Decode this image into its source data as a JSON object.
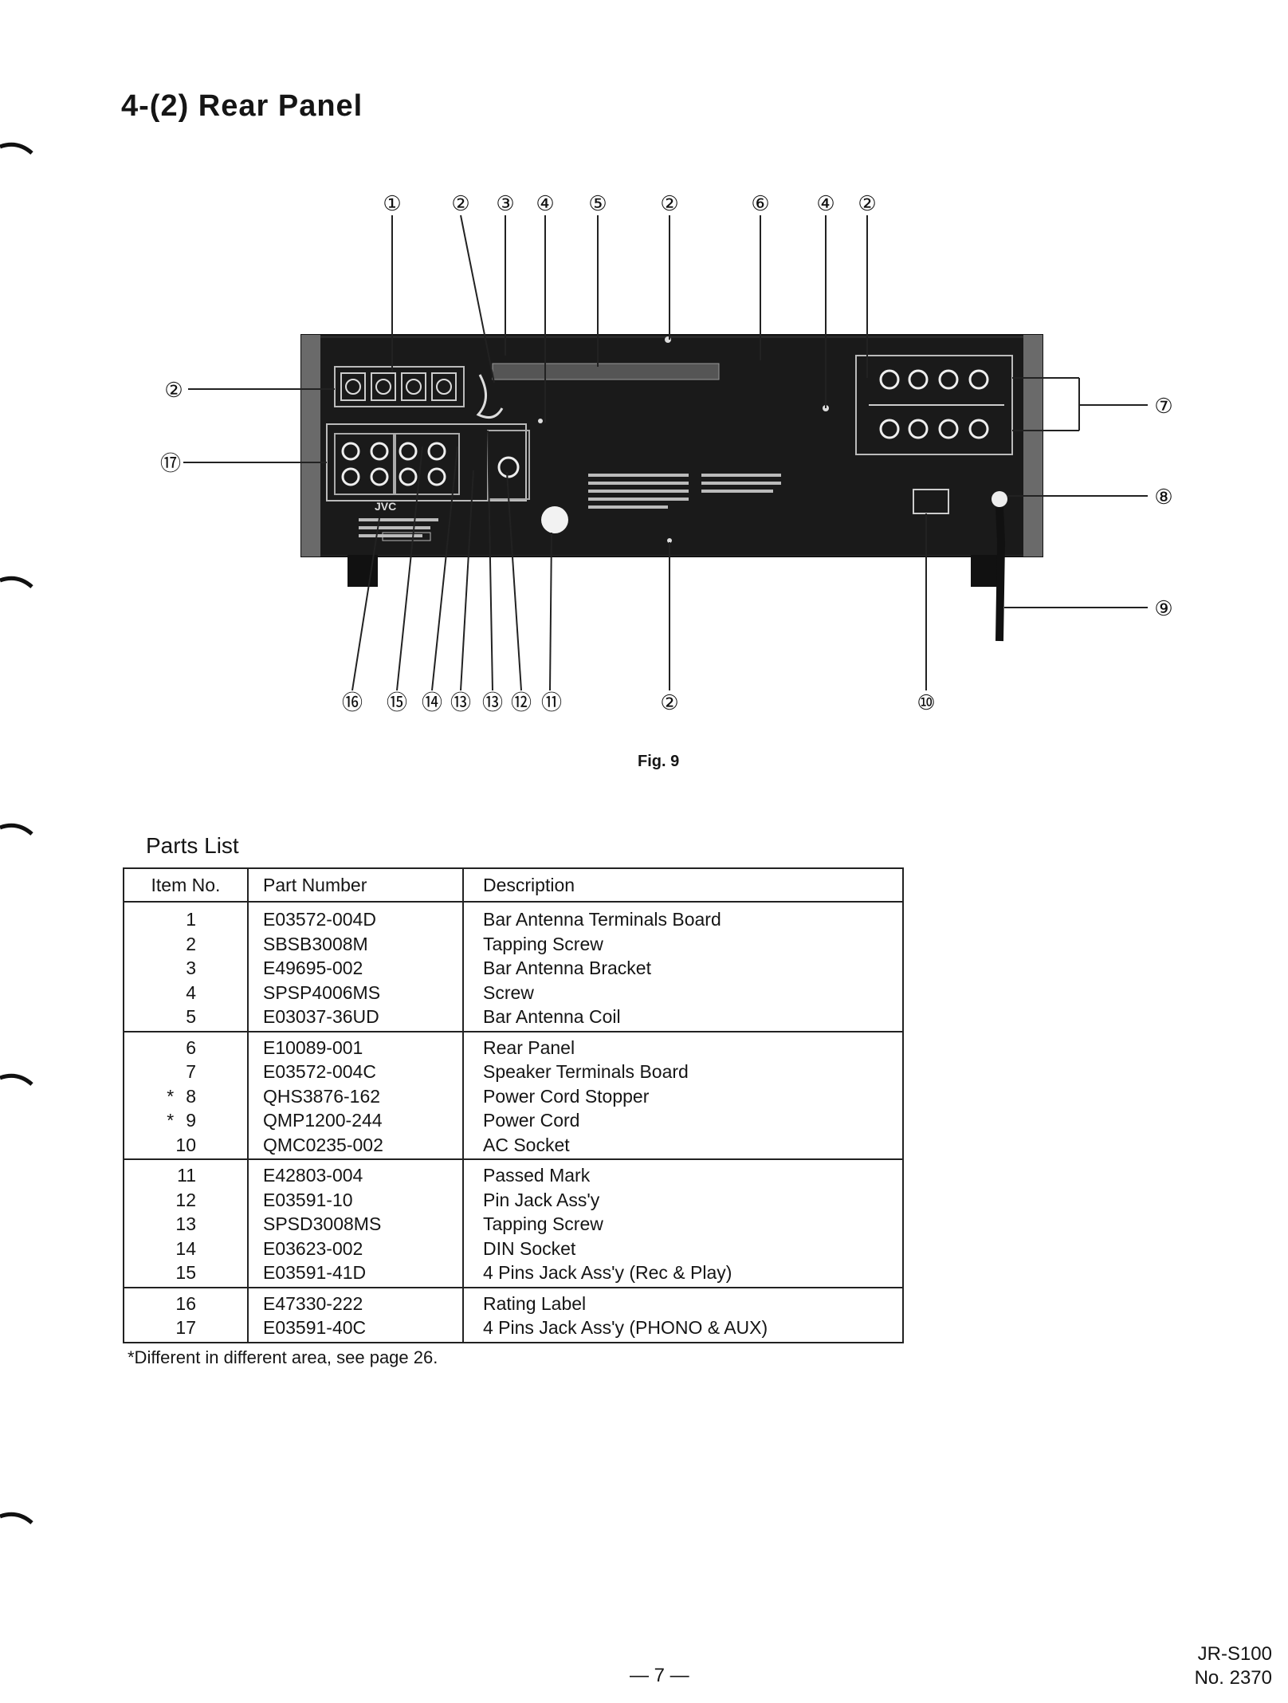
{
  "section_title": "4-(2) Rear Panel",
  "figure": {
    "caption": "Fig. 9",
    "callouts_top": [
      "①",
      "②",
      "③",
      "④",
      "⑤",
      "②",
      "⑥",
      "④",
      "②"
    ],
    "callouts_bottom": [
      "⑯",
      "⑮",
      "⑭",
      "⑬",
      "⑬",
      "⑫",
      "⑪",
      "②",
      "⑩"
    ],
    "callouts_left": [
      "②",
      "⑰"
    ],
    "callouts_right": [
      "⑦",
      "⑧",
      "⑨"
    ],
    "brand_logo": "JVC"
  },
  "parts_list": {
    "title": "Parts List",
    "headers": [
      "Item No.",
      "Part Number",
      "Description"
    ],
    "groups": [
      [
        {
          "mark": "",
          "item": "1",
          "part": "E03572-004D",
          "desc": "Bar Antenna Terminals Board"
        },
        {
          "mark": "",
          "item": "2",
          "part": "SBSB3008M",
          "desc": "Tapping Screw"
        },
        {
          "mark": "",
          "item": "3",
          "part": "E49695-002",
          "desc": "Bar Antenna Bracket"
        },
        {
          "mark": "",
          "item": "4",
          "part": "SPSP4006MS",
          "desc": "Screw"
        },
        {
          "mark": "",
          "item": "5",
          "part": "E03037-36UD",
          "desc": "Bar Antenna Coil"
        }
      ],
      [
        {
          "mark": "",
          "item": "6",
          "part": "E10089-001",
          "desc": "Rear Panel"
        },
        {
          "mark": "",
          "item": "7",
          "part": "E03572-004C",
          "desc": "Speaker Terminals Board"
        },
        {
          "mark": "*",
          "item": "8",
          "part": "QHS3876-162",
          "desc": "Power Cord Stopper"
        },
        {
          "mark": "*",
          "item": "9",
          "part": "QMP1200-244",
          "desc": "Power Cord"
        },
        {
          "mark": "",
          "item": "10",
          "part": "QMC0235-002",
          "desc": "AC Socket"
        }
      ],
      [
        {
          "mark": "",
          "item": "11",
          "part": "E42803-004",
          "desc": "Passed Mark"
        },
        {
          "mark": "",
          "item": "12",
          "part": "E03591-10",
          "desc": "Pin Jack Ass'y"
        },
        {
          "mark": "",
          "item": "13",
          "part": "SPSD3008MS",
          "desc": "Tapping Screw"
        },
        {
          "mark": "",
          "item": "14",
          "part": "E03623-002",
          "desc": "DIN Socket"
        },
        {
          "mark": "",
          "item": "15",
          "part": "E03591-41D",
          "desc": "4 Pins Jack Ass'y (Rec & Play)"
        }
      ],
      [
        {
          "mark": "",
          "item": "16",
          "part": "E47330-222",
          "desc": "Rating Label"
        },
        {
          "mark": "",
          "item": "17",
          "part": "E03591-40C",
          "desc": "4 Pins Jack Ass'y (PHONO & AUX)"
        }
      ]
    ]
  },
  "footnote": "*Different in different area, see page 26.",
  "page_number": "— 7 —",
  "model": "JR-S100",
  "doc_number": "No. 2370"
}
